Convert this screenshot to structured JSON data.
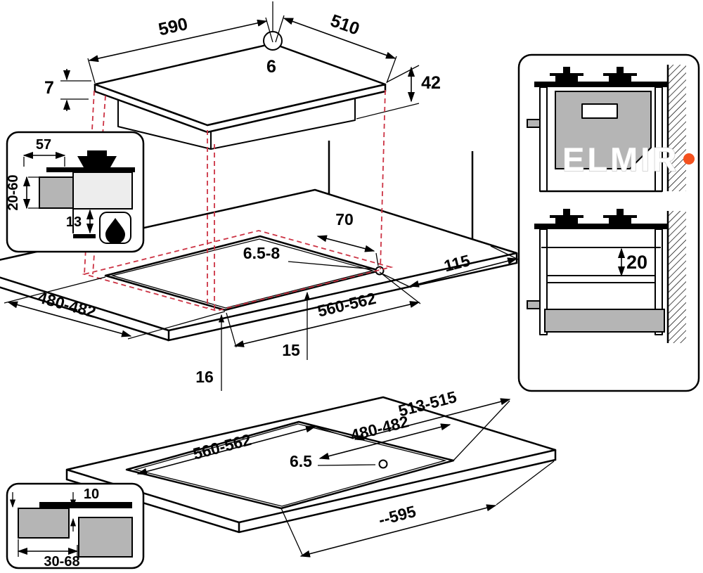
{
  "watermark": {
    "text": "ELMIR"
  },
  "colors": {
    "projection": "#cc3344",
    "watermark_dot": "#f4511e",
    "fill_gray": "#b5b5b5"
  },
  "views": {
    "hob": {
      "width": "590",
      "depth": "510",
      "hole_dia": "6",
      "glass_thickness": "7",
      "body_height": "42"
    },
    "worktop": {
      "hole_offset": "70",
      "fixing_hole": "6.5-8",
      "cutout_depth": "480-482",
      "cutout_width": "560-562",
      "side_clearance": "115",
      "front_offset": "15",
      "side_offset": "16"
    },
    "section": {
      "top_overhang": "57",
      "worktop_thickness": "20-60",
      "bottom_clearance": "13"
    },
    "wall": {
      "rear_clearance": "20"
    },
    "worktop_bottom": {
      "hob_depth": "513-515",
      "cutout_depth": "480-482",
      "cutout_width": "560-562",
      "fixing_hole": "6.5",
      "overall_width": "--595"
    },
    "edge": {
      "step": "10",
      "range": "30-68"
    }
  }
}
